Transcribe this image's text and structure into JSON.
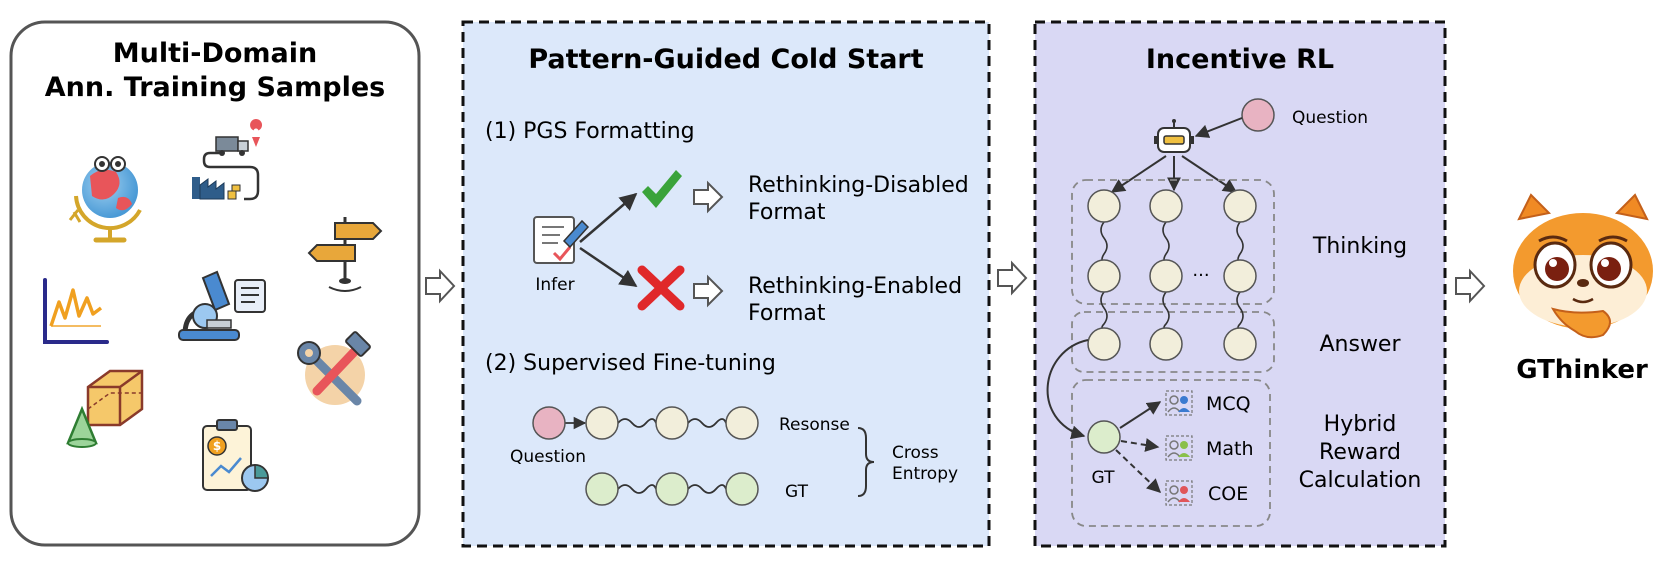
{
  "panel1": {
    "title_line1": "Multi-Domain",
    "title_line2": "Ann. Training Samples",
    "icons": [
      "globe-icon",
      "logistics-icon",
      "signpost-icon",
      "line-chart-icon",
      "microscope-icon",
      "geometry-icon",
      "tools-icon",
      "finance-report-icon"
    ]
  },
  "panel2": {
    "title": "Pattern-Guided Cold Start",
    "step1": "(1) PGS Formatting",
    "infer": "Infer",
    "out1_line1": "Rethinking-Disabled",
    "out1_line2": "Format",
    "out2_line1": "Rethinking-Enabled",
    "out2_line2": "Format",
    "step2": "(2) Supervised Fine-tuning",
    "question": "Question",
    "response": "Resonse",
    "gt": "GT",
    "loss_line1": "Cross",
    "loss_line2": "Entropy"
  },
  "panel3": {
    "title": "Incentive RL",
    "question": "Question",
    "thinking": "Thinking",
    "answer": "Answer",
    "ellipsis": "...",
    "gt": "GT",
    "rewards": [
      "MCQ",
      "Math",
      "COE"
    ],
    "reward_line1": "Hybrid",
    "reward_line2": "Reward",
    "reward_line3": "Calculation"
  },
  "output": {
    "name": "GThinker"
  },
  "colors": {
    "panel2_bg": "#dce8fa",
    "panel3_bg": "#d9d8f4",
    "node_fill": "#f2eedb",
    "question_fill": "#e8b3c2",
    "gt_fill": "#dcedcc",
    "check_green": "#3aa33a",
    "cross_red": "#e0282a"
  }
}
